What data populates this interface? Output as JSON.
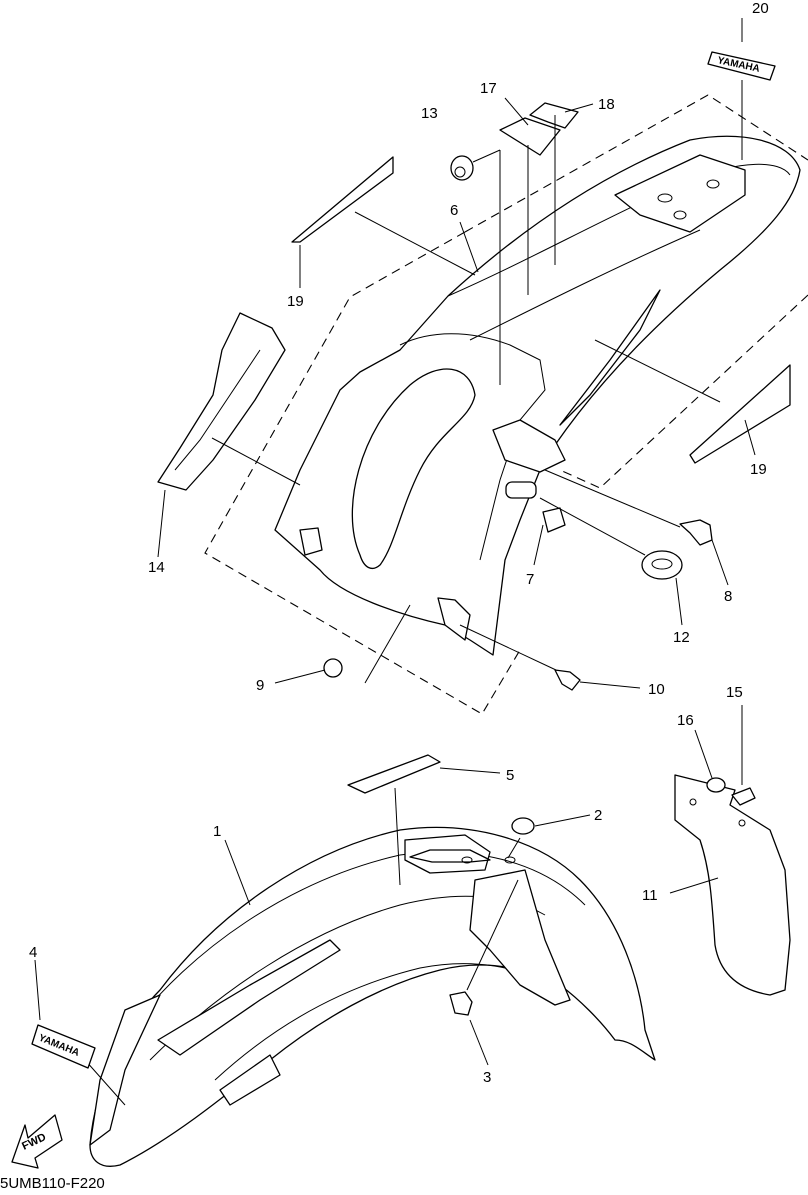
{
  "callouts": {
    "c1": "1",
    "c2": "2",
    "c3": "3",
    "c4": "4",
    "c5": "5",
    "c6": "6",
    "c7": "7",
    "c8": "8",
    "c9": "9",
    "c10": "10",
    "c11": "11",
    "c12": "12",
    "c13": "13",
    "c14": "14",
    "c15": "15",
    "c16": "16",
    "c17": "17",
    "c18": "18",
    "c19a": "19",
    "c19b": "19",
    "c20": "20"
  },
  "labels": {
    "brand_front": "YAMAHA",
    "brand_rear": "YAMAHA",
    "fwd_arrow": "FWD"
  },
  "diagram_code": "5UMB110-F220",
  "icons": {
    "fwd": "fwd-arrow-icon"
  }
}
